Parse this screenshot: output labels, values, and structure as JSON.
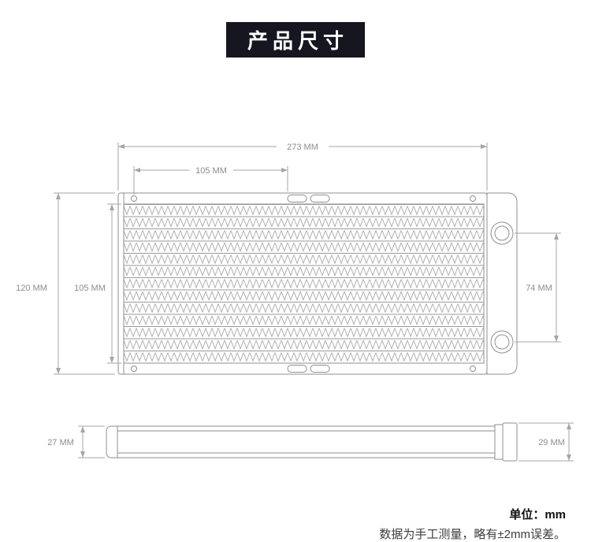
{
  "title": {
    "text": "产品尺寸"
  },
  "diagram": {
    "front_view": {
      "dim_total_width": "273 MM",
      "dim_mount_width": "105 MM",
      "dim_total_height": "120 MM",
      "dim_core_height": "105 MM",
      "dim_port_spacing": "74 MM"
    },
    "side_view": {
      "dim_body_thickness": "27 MM",
      "dim_fitting_thickness": "29 MM"
    }
  },
  "footer": {
    "unit": "单位：mm",
    "note": "数据为手工测量，略有±2mm误差。"
  },
  "colors": {
    "title_bg": "#15161f",
    "title_fg": "#ffffff",
    "outline": "#8f8f8f",
    "dim_line": "#a5a5a5",
    "dim_text": "#8c8c8c"
  }
}
